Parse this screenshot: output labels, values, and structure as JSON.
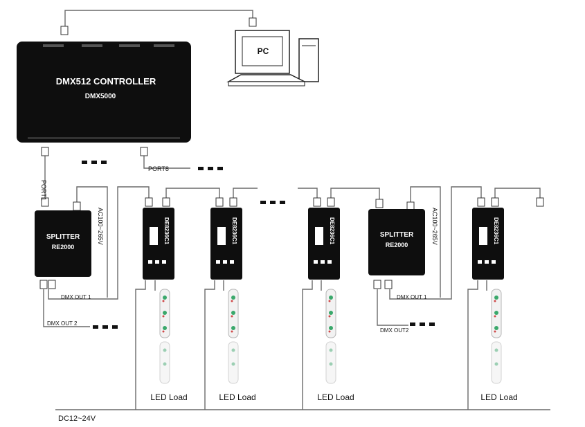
{
  "controller": {
    "title": "DMX512 CONTROLLER",
    "model": "DMX5000",
    "port_first": "PORT1",
    "port_last": "PORT8"
  },
  "pc": {
    "label": "PC"
  },
  "splitters": [
    {
      "name": "SPLITTER",
      "model": "RE2000",
      "power": "AC100~265V",
      "out1": "DMX OUT 1",
      "out2": "DMX OUT 2"
    },
    {
      "name": "SPLITTER",
      "model": "RE2000",
      "power": "AC100~265V",
      "out1": "DMX OUT 1",
      "out2": "DMX OUT2"
    }
  ],
  "decoders": [
    {
      "model": "DE8236C1"
    },
    {
      "model": "DE8236C1"
    },
    {
      "model": "DE8236C1"
    },
    {
      "model": "DE8236C1"
    }
  ],
  "loads": [
    {
      "label": "LED Load"
    },
    {
      "label": "LED Load"
    },
    {
      "label": "LED Load"
    },
    {
      "label": "LED Load"
    }
  ],
  "power_rail": {
    "label": "DC12~24V"
  }
}
